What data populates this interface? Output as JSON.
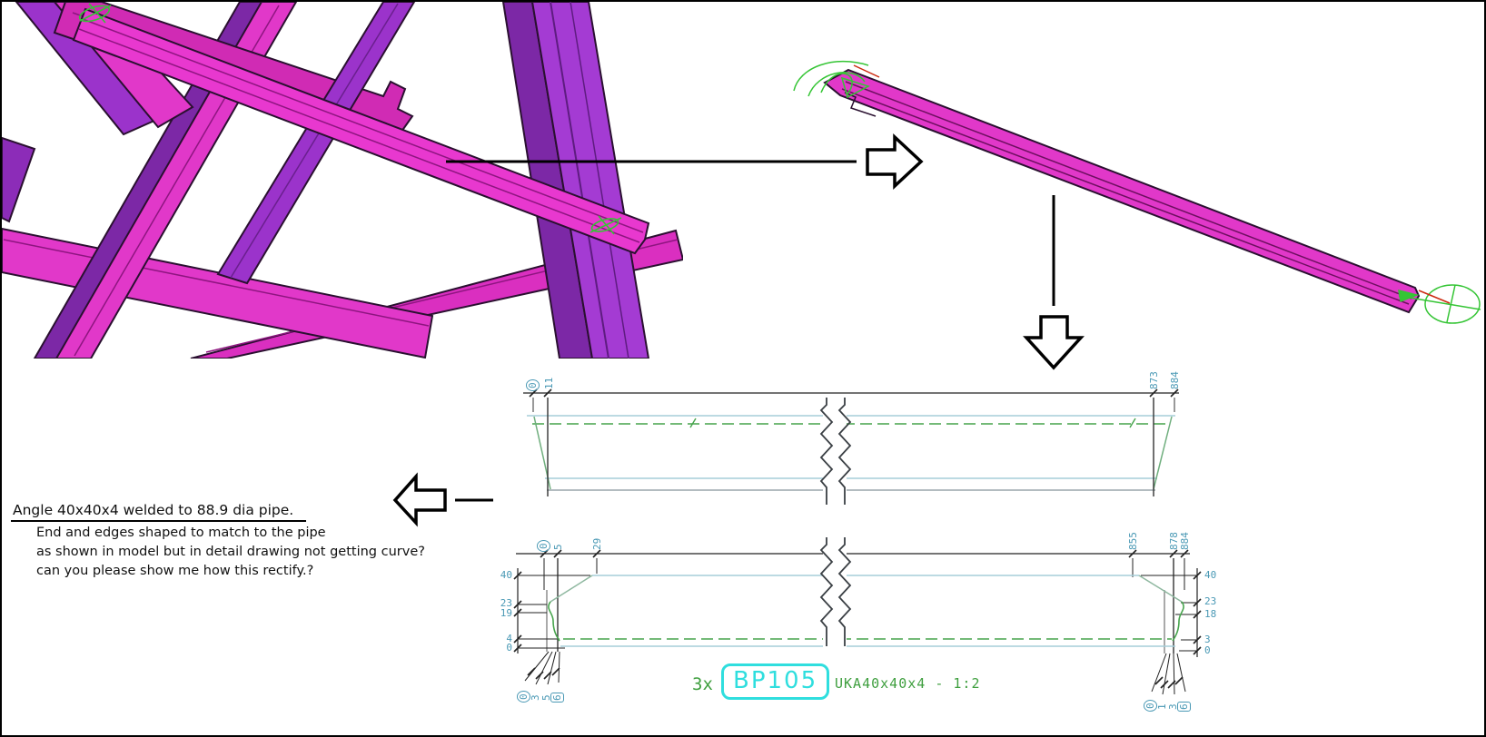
{
  "annotation": {
    "title": "Angle 40x40x4 welded to 88.9 dia pipe.",
    "lines": [
      "End and edges shaped to match to the pipe",
      "as shown in model but in detail drawing not getting curve?",
      "can you please show me how this rectify.?"
    ]
  },
  "part_label": {
    "quantity": "3x",
    "mark": "BP105",
    "profile_scale": "UKA40x40x4 - 1:2"
  },
  "dims": {
    "view1_top": [
      "0",
      "11",
      "873",
      "884"
    ],
    "view2_top": [
      "0",
      "5",
      "29",
      "855",
      "878",
      "884"
    ],
    "view2_left": [
      "40",
      "23",
      "19",
      "4",
      "0"
    ],
    "view2_right": [
      "40",
      "23",
      "18",
      "3",
      "0"
    ],
    "view2_bottom_left": [
      "0",
      "3",
      "5",
      "6"
    ],
    "view2_bottom_right": [
      "0",
      "1",
      "3",
      "6"
    ]
  },
  "icons": {
    "arrow_right": "block-arrow-right",
    "arrow_down": "block-arrow-down",
    "arrow_left": "block-arrow-left"
  },
  "colors": {
    "member_magenta": "#e138c9",
    "member_purple": "#9b33cb",
    "dim_text": "#4a99b5",
    "outline_teal": "#a6cdd8",
    "centerline_green": "#46a44c",
    "mark_cyan": "#2fdede",
    "label_green": "#3f9f3f"
  }
}
